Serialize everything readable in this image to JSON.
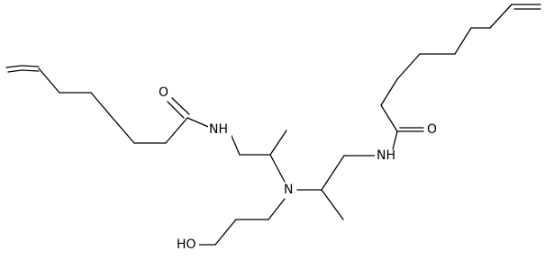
{
  "structure": {
    "atom_labels": {
      "n_left_amide": "NH",
      "o_left_amide": "O",
      "n_tertiary": "N",
      "n_right_amide": "NH",
      "o_right_amide": "O",
      "hydroxyl": "HO"
    },
    "colors": {
      "bond": "#000000",
      "label": "#000000",
      "background": "#ffffff"
    }
  }
}
